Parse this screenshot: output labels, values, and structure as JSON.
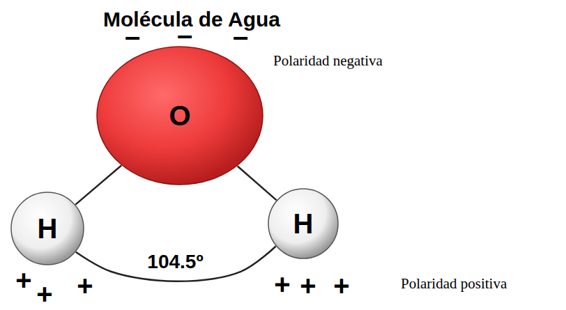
{
  "diagram": {
    "title": "Molécula de Agua",
    "nodes": [
      {
        "text": [
          "O"
        ]
      },
      {
        "text": [
          "H"
        ]
      },
      {
        "text": [
          "H"
        ]
      }
    ],
    "edges": [
      {
        "from": 0,
        "to": 1,
        "arrow": "none"
      },
      {
        "from": 0,
        "to": 2,
        "arrow": "none"
      },
      {
        "from": 1,
        "to": 2,
        "label": "104.5º",
        "arrow": "none"
      }
    ],
    "labels": [
      "–",
      "–",
      "–",
      "+",
      "+",
      "+",
      "+",
      "+",
      "+",
      "Polaridad negativa",
      "Polaridad positiva"
    ]
  }
}
